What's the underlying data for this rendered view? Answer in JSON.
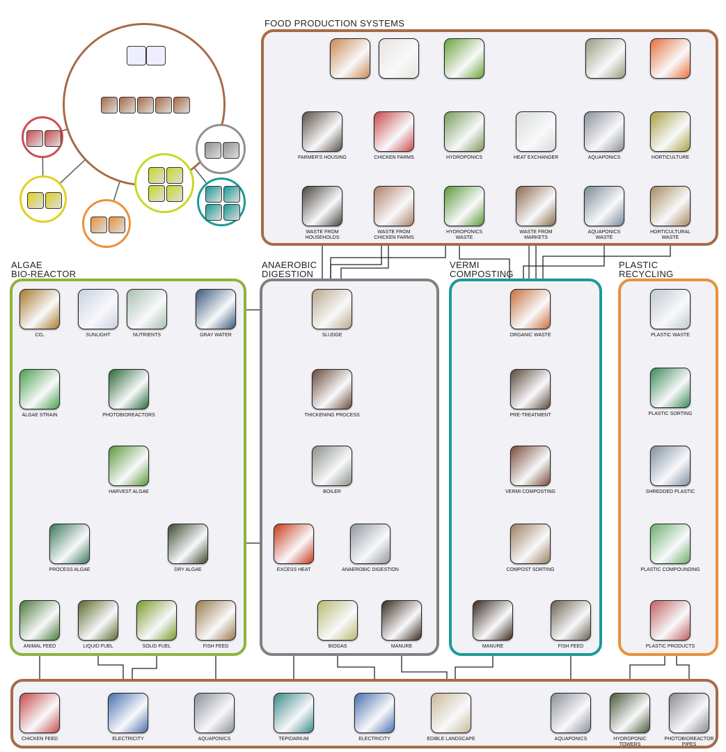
{
  "panels": {
    "food": {
      "title": "FOOD PRODUCTION SYSTEMS",
      "color": "#a86a45"
    },
    "algae": {
      "title": "ALGAE\nBIO-REACTOR",
      "color": "#8db33a"
    },
    "anaerobic": {
      "title": "ANAEROBIC\nDIGESTION",
      "color": "#808080"
    },
    "vermi": {
      "title": "VERMI\nCOMPOSTING",
      "color": "#1a9a98"
    },
    "plastic": {
      "title": "PLASTIC\nRECYCLING",
      "color": "#e8913a"
    },
    "outputs": {
      "title": "",
      "color": "#a86a45"
    }
  },
  "nodes": [
    {
      "id": "eggs",
      "label": "",
      "color": "#c88a50"
    },
    {
      "id": "chicken",
      "label": "",
      "color": "#e8e4dc"
    },
    {
      "id": "lettuce",
      "label": "",
      "color": "#6aa43a"
    },
    {
      "id": "fish",
      "label": "",
      "color": "#9a9a80"
    },
    {
      "id": "orange",
      "label": "",
      "color": "#e8703a"
    },
    {
      "id": "farmers_housing",
      "label": "FARMER'S HOUSING",
      "color": "#5a5048"
    },
    {
      "id": "chicken_farms",
      "label": "CHICKEN FARMS",
      "color": "#c84a4a"
    },
    {
      "id": "hydroponics",
      "label": "HYDROPONICS",
      "color": "#7a9a5a"
    },
    {
      "id": "heat_exchanger",
      "label": "HEAT EXCHANGER",
      "color": "#d8dcd8"
    },
    {
      "id": "aquaponics",
      "label": "AQUAPONICS",
      "color": "#8a9098"
    },
    {
      "id": "horticulture",
      "label": "HORTICULTURE",
      "color": "#a8a040"
    },
    {
      "id": "waste_households",
      "label": "WASTE FROM\nHOUSEHOLDS",
      "color": "#4a4440"
    },
    {
      "id": "waste_chicken",
      "label": "WASTE FROM\nCHICKEN FARMS",
      "color": "#b08068"
    },
    {
      "id": "hydro_waste",
      "label": "HYDROPONICS\nWASTE",
      "color": "#5a9a3a"
    },
    {
      "id": "waste_markets",
      "label": "WASTE FROM\nMARKETS",
      "color": "#8a6a4a"
    },
    {
      "id": "aqua_waste",
      "label": "AQUAPONICS\nWASTE",
      "color": "#7a8a98"
    },
    {
      "id": "hort_waste",
      "label": "HORTICULTURAL\nWASTE",
      "color": "#a88a60"
    },
    {
      "id": "co2",
      "label": "CO₂",
      "color": "#a87a2a"
    },
    {
      "id": "sunlight",
      "label": "SUNLIGHT",
      "color": "#c8d0e0"
    },
    {
      "id": "nutrients",
      "label": "NUTRIENTS",
      "color": "#a8c0b0"
    },
    {
      "id": "gray_water",
      "label": "GRAY WATER",
      "color": "#3a5a7a"
    },
    {
      "id": "algae_strain",
      "label": "ALGAE STRAIN",
      "color": "#4aa04a"
    },
    {
      "id": "photobioreactors",
      "label": "PHOTOBIOREACTORS",
      "color": "#2a6a3a"
    },
    {
      "id": "harvest_algae",
      "label": "HARVEST ALGAE",
      "color": "#5a9a3a"
    },
    {
      "id": "process_algae",
      "label": "PROCESS ALGAE",
      "color": "#3a7a5a"
    },
    {
      "id": "dry_algae",
      "label": "DRY ALGAE",
      "color": "#3a4a30"
    },
    {
      "id": "animal_feed",
      "label": "ANIMAL FEED",
      "color": "#4a7a3a"
    },
    {
      "id": "liquid_fuel",
      "label": "LIQUID FUEL",
      "color": "#5a6a2a"
    },
    {
      "id": "solid_fuel",
      "label": "SOLID FUEL",
      "color": "#7a9a2a"
    },
    {
      "id": "fish_feed_algae",
      "label": "FISH FEED",
      "color": "#9a7a4a"
    },
    {
      "id": "sludge",
      "label": "SLUDGE",
      "color": "#b8a888"
    },
    {
      "id": "thickening",
      "label": "THICKENING PROCESS",
      "color": "#6a4a3a"
    },
    {
      "id": "boiler",
      "label": "BOILER",
      "color": "#8a9088"
    },
    {
      "id": "excess_heat",
      "label": "EXCESS HEAT",
      "color": "#c83a1a"
    },
    {
      "id": "anaerobic_digestion",
      "label": "ANAEROBIC DIGESTION",
      "color": "#9098a0"
    },
    {
      "id": "biogas",
      "label": "BIOGAS",
      "color": "#b8b870"
    },
    {
      "id": "manure_ad",
      "label": "MANURE",
      "color": "#3a2a20"
    },
    {
      "id": "organic_waste",
      "label": "ORGANIC WASTE",
      "color": "#c8703a"
    },
    {
      "id": "pre_treatment",
      "label": "PRE-TREATMENT",
      "color": "#5a4a3a"
    },
    {
      "id": "vermi_composting",
      "label": "VERMI COMPOSTING",
      "color": "#7a4a3a"
    },
    {
      "id": "compost_sorting",
      "label": "COMPOST SORTING",
      "color": "#9a8060"
    },
    {
      "id": "manure_vc",
      "label": "MANURE",
      "color": "#3a2a20"
    },
    {
      "id": "fish_feed_vc",
      "label": "FISH FEED",
      "color": "#6a6050"
    },
    {
      "id": "plastic_waste",
      "label": "PLASTIC WASTE",
      "color": "#c0c8d0"
    },
    {
      "id": "plastic_sorting",
      "label": "PLASTIC SORTING",
      "color": "#3a8a5a"
    },
    {
      "id": "shredded_plastic",
      "label": "SHREDDED PLASTIC",
      "color": "#8090a0"
    },
    {
      "id": "plastic_compounding",
      "label": "PLASTIC COMPOUNDING",
      "color": "#6ab06a"
    },
    {
      "id": "plastic_products",
      "label": "PLASTIC PRODUCTS",
      "color": "#c06060"
    },
    {
      "id": "out_chicken_feed",
      "label": "CHICKEN FEED",
      "color": "#c84a4a"
    },
    {
      "id": "out_electricity1",
      "label": "ELECTRICITY",
      "color": "#4a70b0"
    },
    {
      "id": "out_aquaponics1",
      "label": "AQUAPONICS",
      "color": "#8a9098"
    },
    {
      "id": "out_tepidarium",
      "label": "TEPIDARIUM",
      "color": "#3a8a8a"
    },
    {
      "id": "out_electricity2",
      "label": "ELECTRICITY",
      "color": "#4a70b0"
    },
    {
      "id": "out_edible",
      "label": "EDIBLE LANDSCAPE",
      "color": "#c8b898"
    },
    {
      "id": "out_aquaponics2",
      "label": "AQUAPONICS",
      "color": "#8a9098"
    },
    {
      "id": "out_hydro_towers",
      "label": "HYDROPONIC\nTOWERS",
      "color": "#4a5a3a"
    },
    {
      "id": "out_pbr_pipes",
      "label": "PHOTOBIOREACTOR\nPIPES",
      "color": "#8a8a90"
    }
  ],
  "overview_colors": {
    "main": "#a86a45",
    "consume": "#d04a50",
    "housing": "#e0d020",
    "waste": "#e8913a",
    "algae": "#c8d820",
    "energy": "#909090",
    "compost": "#1a9a98"
  }
}
